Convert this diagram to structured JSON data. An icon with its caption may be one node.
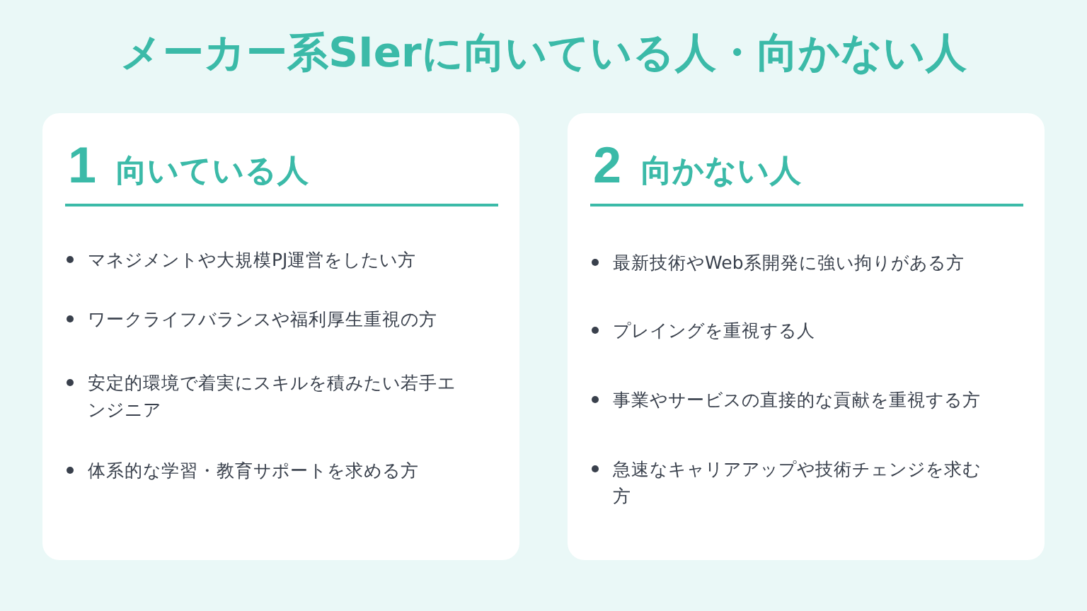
{
  "diagram": {
    "title": "メーカー系SIerに向いている人・向かない人",
    "nodes": [
      {
        "text": [
          "1",
          "向いている人",
          "マネジメントや大規模PJ運営をしたい方",
          "ワークライフバランスや福利厚生重視の方",
          "安定的環境で着実にスキルを積みたい若手エンジニア",
          "体系的な学習・教育サポートを求める方"
        ]
      },
      {
        "text": [
          "2",
          "向かない人",
          "最新技術やWeb系開発に強い拘りがある方",
          "プレイングを重視する人",
          "事業やサービスの直接的な貢献を重視する方",
          "急速なキャリアアップや技術チェンジを求む方"
        ]
      }
    ]
  }
}
